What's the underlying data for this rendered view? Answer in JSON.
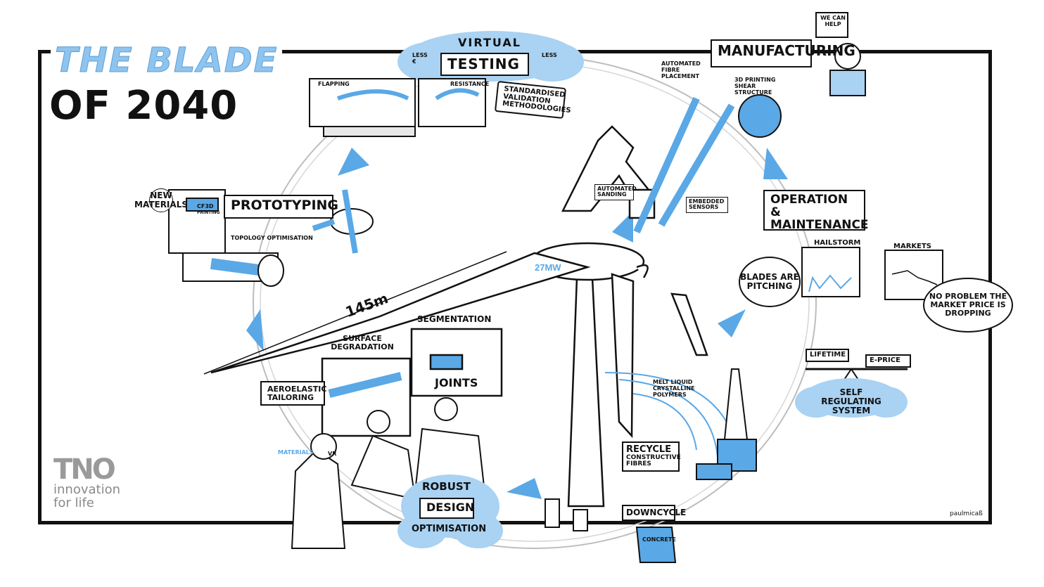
{
  "title": {
    "line1": "THE BLADE",
    "line2": "OF 2040"
  },
  "virtual_testing": {
    "virtual": "VIRTUAL",
    "testing": "TESTING",
    "less_money": "LESS €",
    "less_time": "LESS",
    "flapping": "FLAPPING",
    "resistance": "RESISTANCE",
    "tag": "STANDARDISED VALIDATION METHODOLOGIES"
  },
  "manufacturing": {
    "title": "MANUFACTURING",
    "robot_sign": "WE CAN HELP",
    "automated_fibre": "AUTOMATED FIBRE PLACEMENT",
    "printing_3d": "3D PRINTING SHEAR STRUCTURE",
    "automated_sanding": "AUTOMATED SANDING",
    "embedded_sensors": "EMBEDDED SENSORS"
  },
  "prototyping": {
    "title": "PROTOTYPING",
    "new_materials": "NEW MATERIALS",
    "printer_label": "CF3D",
    "printer_sub": "PRINTING",
    "topology": "TOPOLOGY OPTIMISATION"
  },
  "operation": {
    "title": "OPERATION & MAINTENANCE",
    "hailstorm": "HAILSTORM",
    "markets": "MARKETS",
    "blades_pitching": "BLADES ARE PITCHING",
    "no_problem": "NO PROBLEM THE MARKET PRICE IS DROPPING",
    "lifetime": "LIFETIME",
    "eprice": "E-PRICE",
    "self_regulating": "SELF REGULATING SYSTEM"
  },
  "turbine": {
    "rating": "27MW",
    "length": "145m"
  },
  "design": {
    "surface_degradation": "SURFACE DEGRADATION",
    "segmentation": "SEGMENTATION",
    "joints": "JOINTS",
    "aeroelastic": "AEROELASTIC TAILORING",
    "materials": "MATERIALS",
    "vr": "VR",
    "robust": "ROBUST",
    "design": "DESIGN",
    "optimisation": "OPTIMISATION"
  },
  "recycle": {
    "melt": "MELT LIQUID CRYSTALLINE POLYMERS",
    "recycle": "RECYCLE",
    "constructive": "CONSTRUCTIVE FIBRES",
    "downcycle": "DOWNCYCLE",
    "concrete": "CONCRETE"
  },
  "logo": {
    "mark": "TNO",
    "tagline1": "innovation",
    "tagline2": "for life"
  },
  "signature": "paulmicaß",
  "colors": {
    "accent_blue": "#5aa8e6",
    "light_blue": "#a9d2f3",
    "ink": "#111111",
    "logo_grey": "#9a9a9a"
  }
}
